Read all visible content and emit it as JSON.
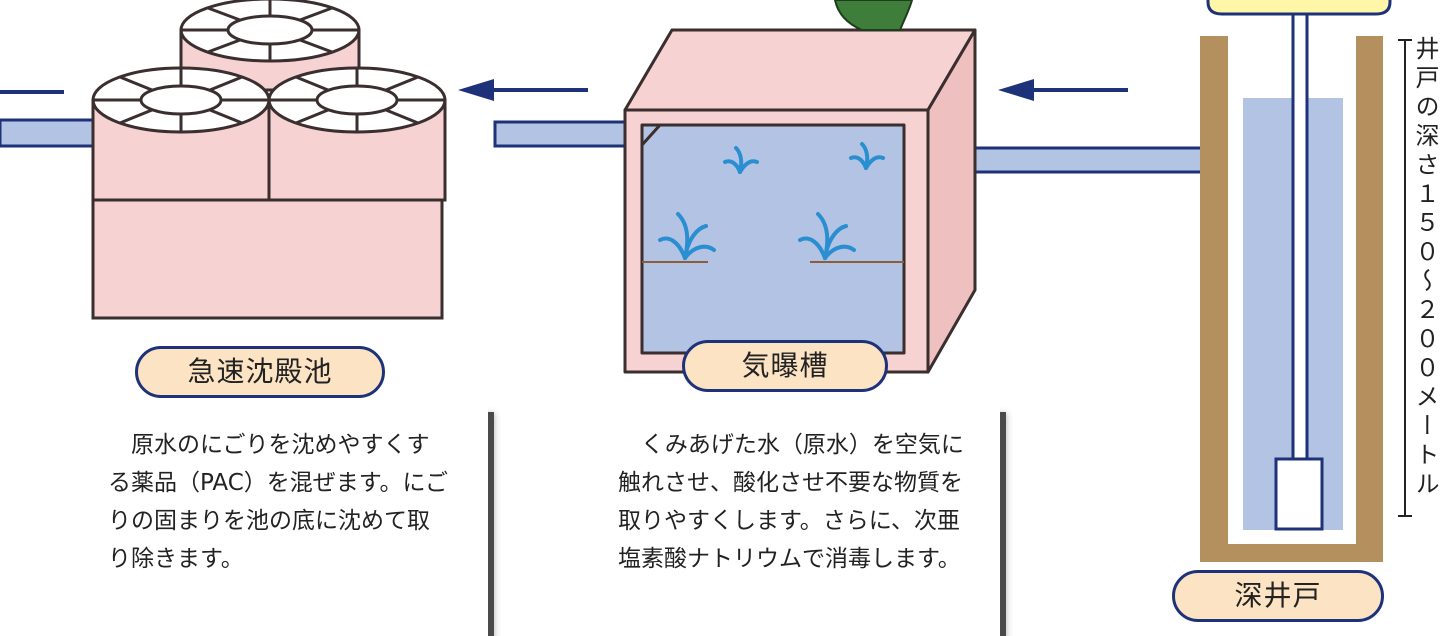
{
  "labels": {
    "rapid_settling_basin": "急速沈殿池",
    "aeration_tank": "気曝槽",
    "deep_well": "深井戸"
  },
  "descriptions": {
    "rapid_settling_basin": "原水のにごりを沈めやすくする薬品（PAC）を混ぜます。にごりの固まりを池の底に沈めて取り除きます。",
    "aeration_tank": "くみあげた水（原水）を空気に触れさせ、酸化させ不要な物質を取りやすくします。さらに、次亜塩素酸ナトリウムで消毒します。"
  },
  "well_depth_label": "井戸の深さ１５０～２００メートル",
  "colors": {
    "navy": "#1d3278",
    "pink": "#f6d2d2",
    "water": "#b3c3e3",
    "soil": "#b4905e",
    "label_fill": "#fbe3c3",
    "plant_blue": "#2a8fd1"
  }
}
